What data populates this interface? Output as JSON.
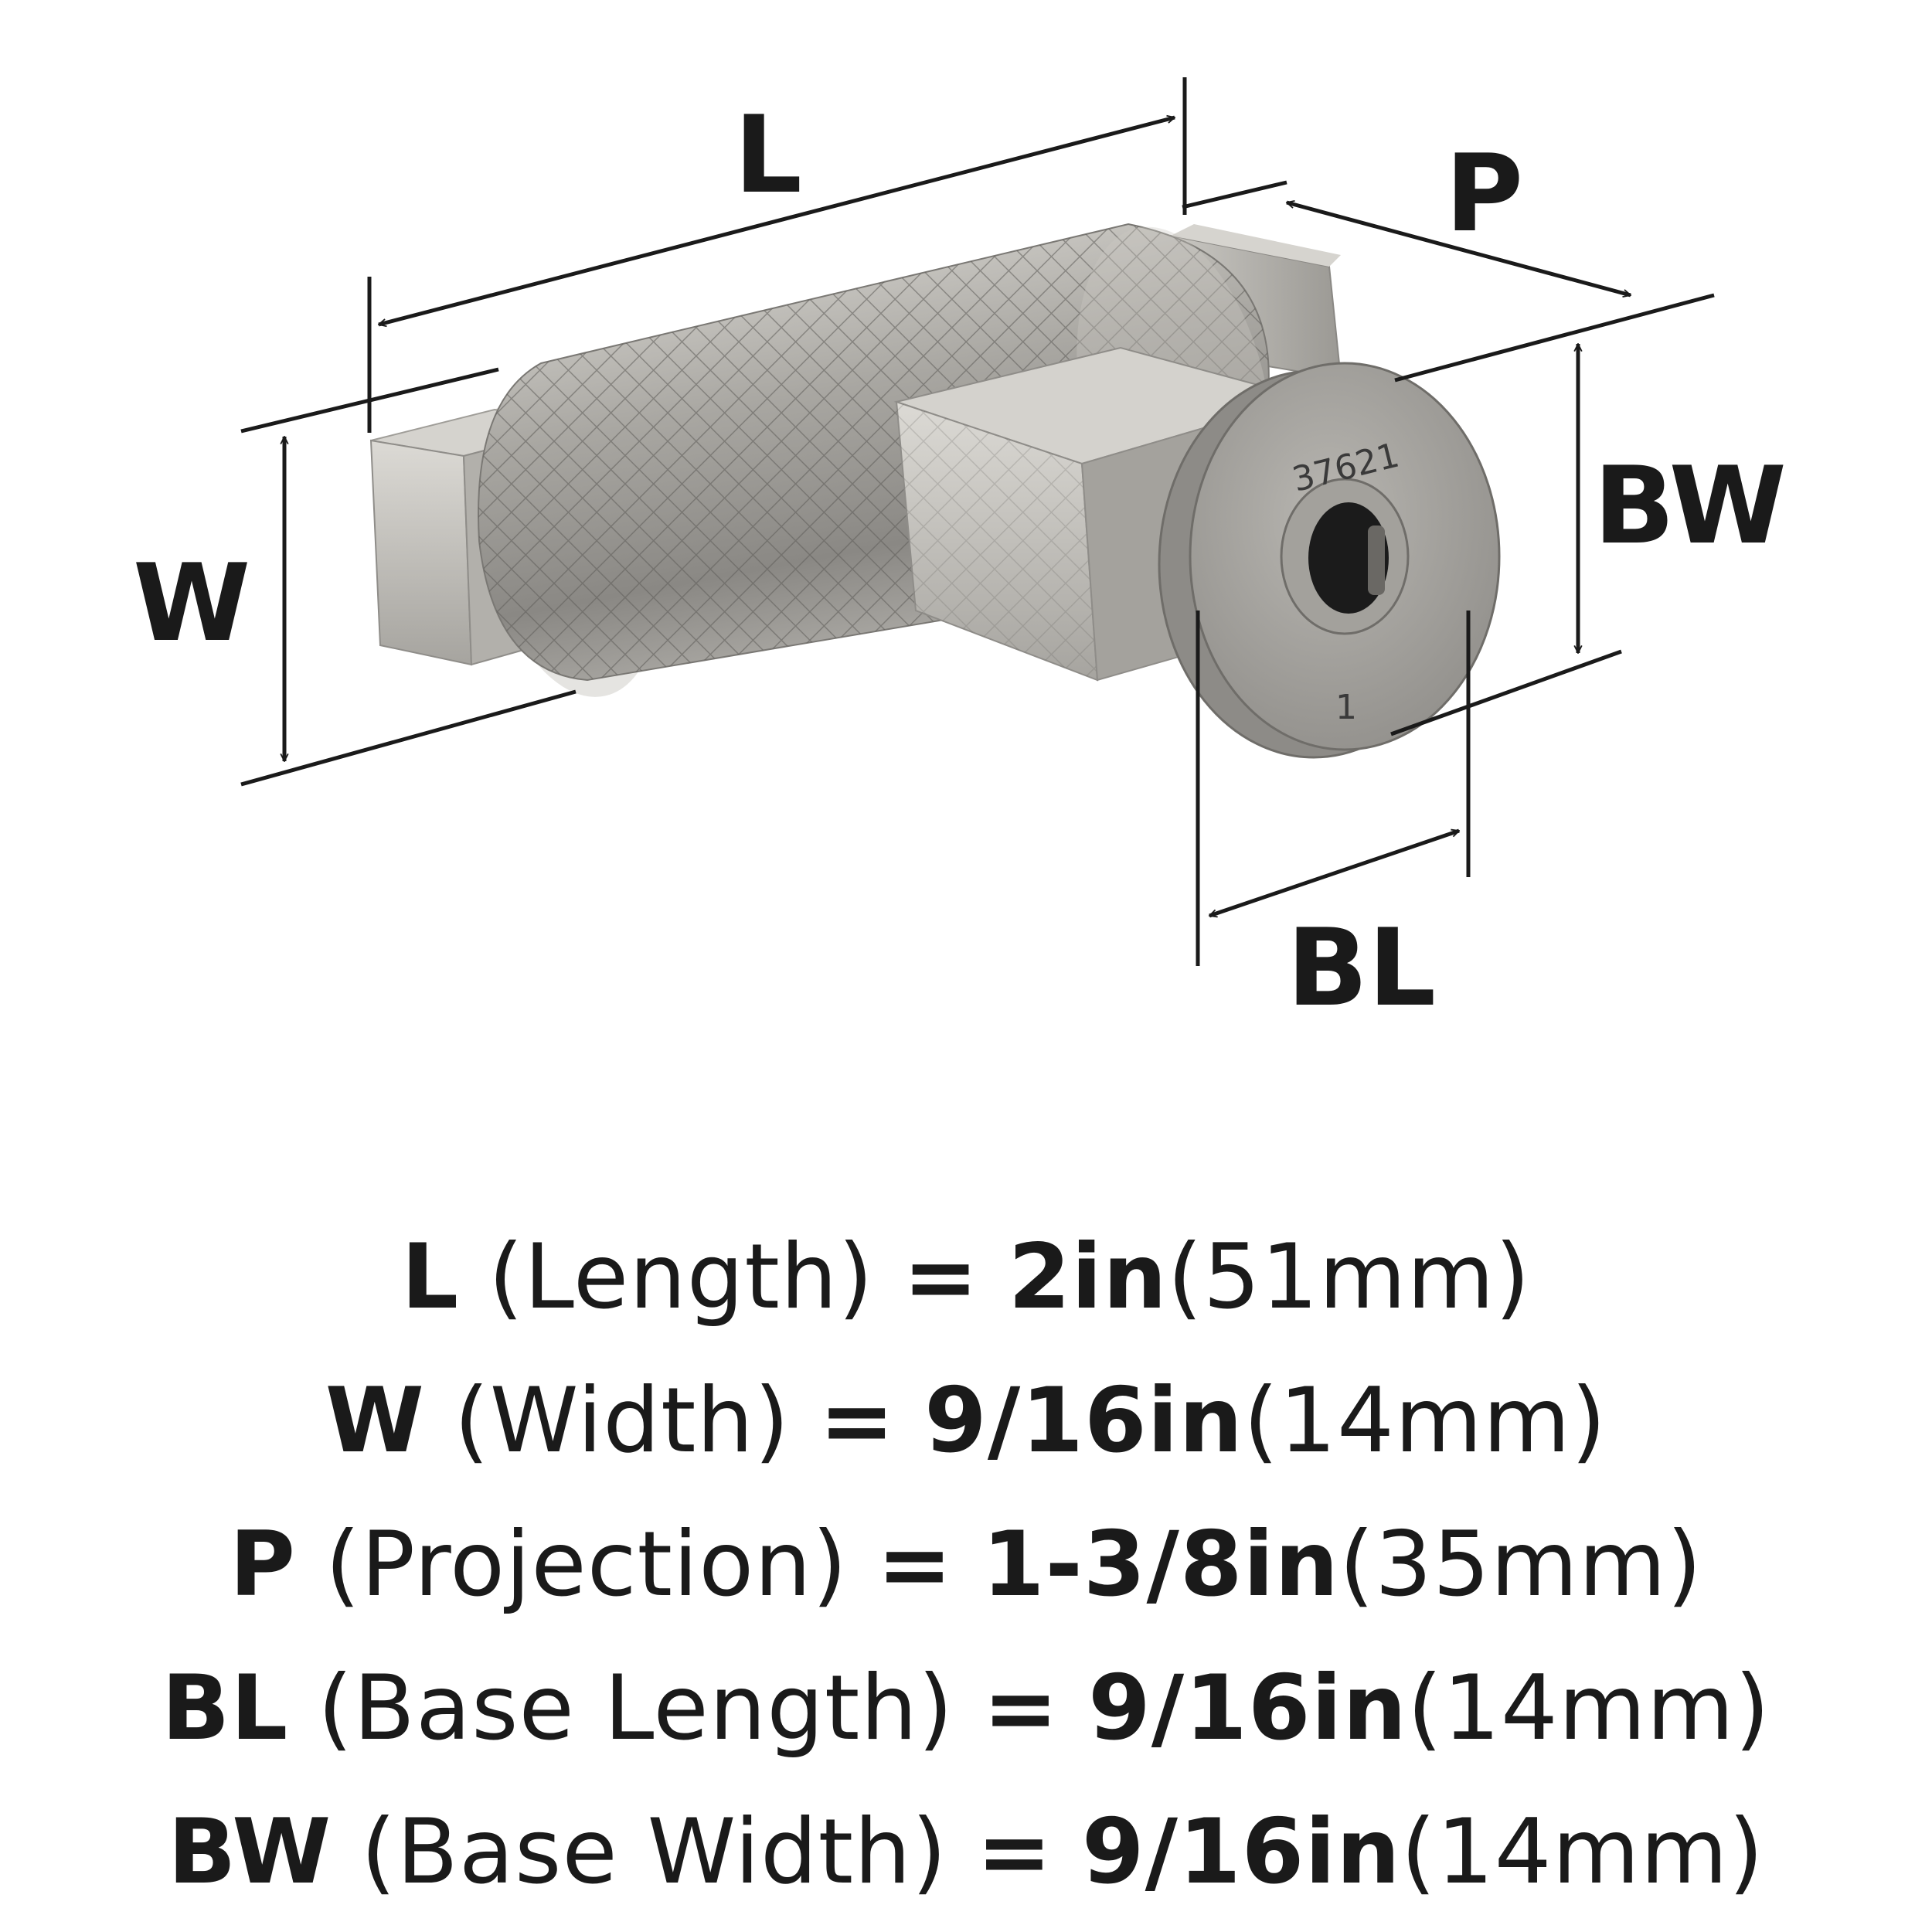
{
  "dimension_labels": {
    "length": "L",
    "projection": "P",
    "width": "W",
    "base_width": "BW",
    "base_length": "BL"
  },
  "product_stamp": {
    "number": "37621",
    "mark": "1"
  },
  "specs": [
    {
      "key": "L",
      "desc": "(Length)",
      "eq": "=",
      "imperial": "2in",
      "metric": "(51mm)"
    },
    {
      "key": "W",
      "desc": "(Width)",
      "eq": "=",
      "imperial": "9/16in",
      "metric": "(14mm)"
    },
    {
      "key": "P",
      "desc": "(Projection)",
      "eq": "=",
      "imperial": "1-3/8in",
      "metric": "(35mm)"
    },
    {
      "key": "BL",
      "desc": "(Base Length)",
      "eq": "=",
      "imperial": "9/16in",
      "metric": "(14mm)"
    },
    {
      "key": "BW",
      "desc": "(Base Width)",
      "eq": "=",
      "imperial": "9/16in",
      "metric": "(14mm)"
    }
  ],
  "colors": {
    "line": "#1a1a1a",
    "metal": "#a9a7a2",
    "metal_dark": "#6f6d69",
    "metal_light": "#d9d7d2",
    "hole": "#1b1b1b"
  }
}
